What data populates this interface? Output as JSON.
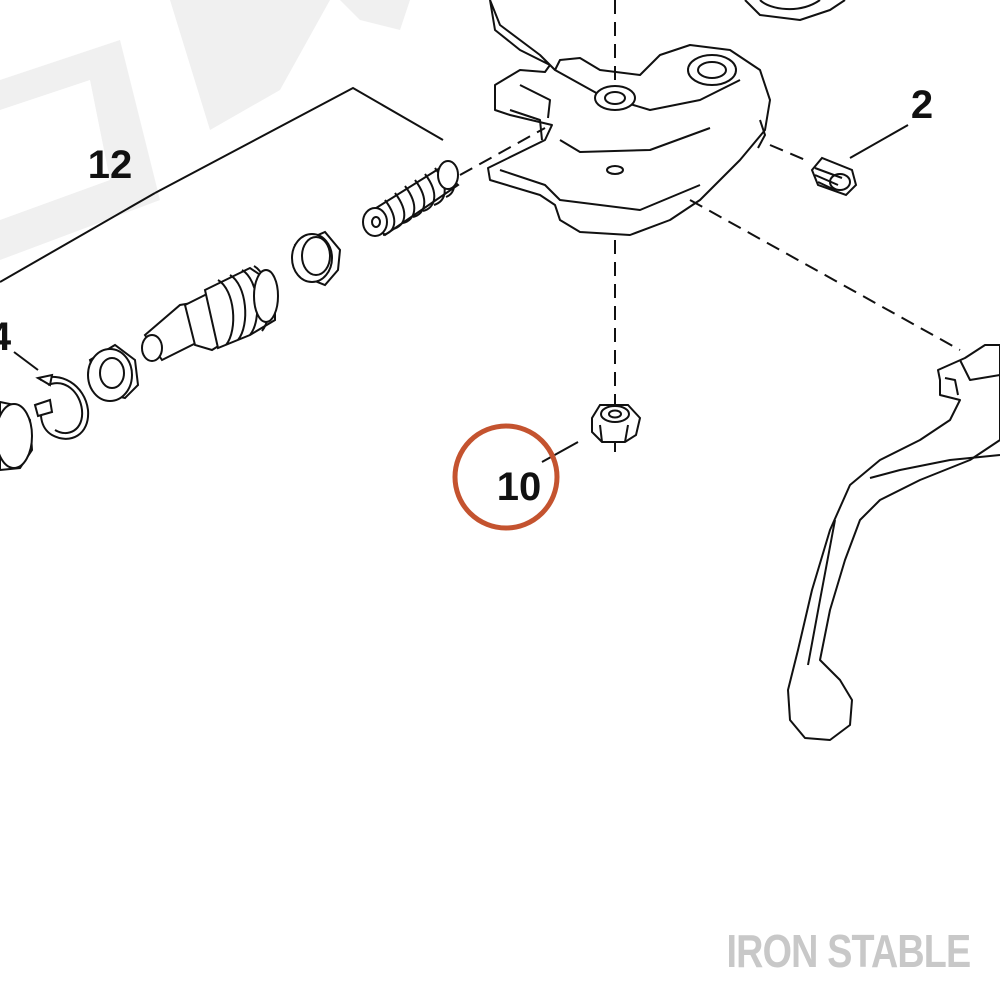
{
  "callouts": {
    "item_12": "12",
    "item_2": "2",
    "item_10": "10",
    "item_4": "4"
  },
  "highlight": {
    "item": "10",
    "color": "#c4532f"
  },
  "watermark": {
    "text": "IRON STABLE",
    "color": "#c8c8c8"
  },
  "background_logo_color": "#f0f0f0",
  "line_color": "#111111"
}
